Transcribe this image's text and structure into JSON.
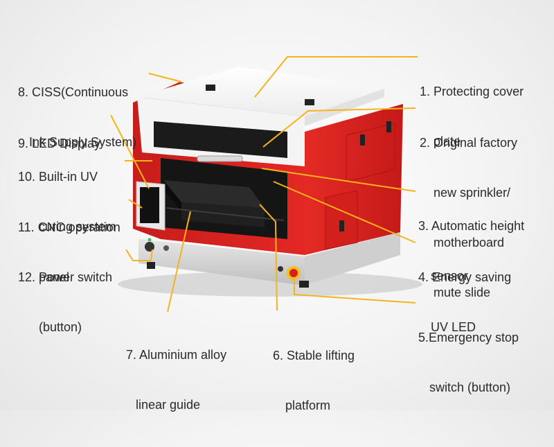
{
  "labels": [
    {
      "id": "protecting-cover-plate",
      "line1": "1. Protecting cover",
      "line2": "plate"
    },
    {
      "id": "sprinkler-motherboard",
      "line1": "2. Original factory",
      "line2": "new sprinkler/",
      "line3": "motherboard",
      "line4": "mute slide"
    },
    {
      "id": "height-sensor",
      "line1": "3. Automatic height",
      "line2": "sensor"
    },
    {
      "id": "uv-led",
      "line1": "4. Energy saving",
      "line2": "UV LED"
    },
    {
      "id": "emergency-stop",
      "line1": "5.Emergency stop",
      "line2": "switch (button)"
    },
    {
      "id": "lifting-platform",
      "line1": "6. Stable lifting",
      "line2": "platform"
    },
    {
      "id": "linear-guide",
      "line1": "7. Aluminium alloy",
      "line2": "linear guide"
    },
    {
      "id": "ciss",
      "line1": "8. CISS(Continuous",
      "line2": "Ink Supply System)"
    },
    {
      "id": "led-display",
      "line1": "9. LED Display"
    },
    {
      "id": "uv-curing",
      "line1": "10. Built-in UV",
      "line2": "curing system"
    },
    {
      "id": "cnc-panel",
      "line1": "11. CNC operation",
      "line2": "panel"
    },
    {
      "id": "power-switch",
      "line1": "12. Power switch",
      "line2": "(button)"
    }
  ],
  "colors": {
    "leader": "#f5b31c",
    "body_red": "#d8221f",
    "cover_white": "#f7f7f7",
    "base_gray": "#d9d9d9"
  }
}
